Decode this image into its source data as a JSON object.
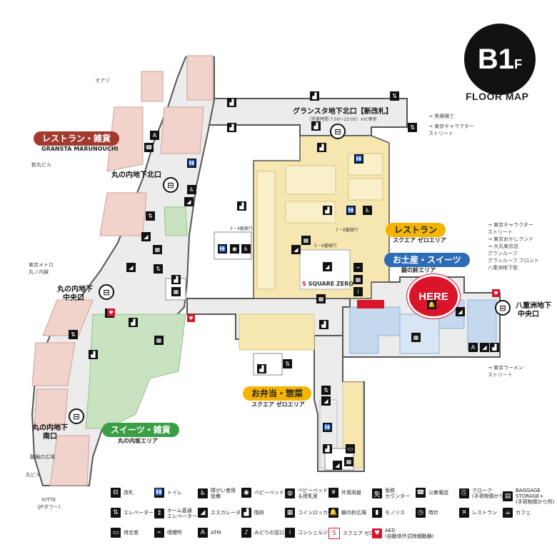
{
  "floor": {
    "level": "B1",
    "suffix": "F",
    "title": "FLOOR MAP"
  },
  "here": "HERE",
  "colors": {
    "restaurant": "#f1d3cc",
    "square_zero": "#f6e6b0",
    "sweets": "#c9e3c0",
    "souvenir": "#c5d9ee",
    "corridor": "#ececec",
    "wall": "#555555",
    "accent_red": "#d9142b",
    "accent_orange": "#f4b400",
    "accent_blue": "#2e6cb5",
    "accent_green": "#3a9e47",
    "accent_brown": "#a33a2e"
  },
  "areas": {
    "restaurant_gransta": {
      "pill": "レストラン・雑貨",
      "sub": "GRANSTA MARUNOUCHI"
    },
    "restaurant_square": {
      "pill": "レストラン",
      "sub": "スクエア ゼロエリア"
    },
    "souvenir": {
      "pill": "お土産・スイーツ",
      "sub": "銀の鈴エリア"
    },
    "bento": {
      "pill": "お弁当・惣菜",
      "sub": "スクエア ゼロエリア"
    },
    "sweets": {
      "pill": "スイーツ・雑貨",
      "sub": "丸の内坂エリア"
    }
  },
  "gates": {
    "gransta_north": {
      "name": "グランスタ地下北口【新改札】",
      "hours": "［営業時間 7:00～23:00］※IC専用"
    },
    "marunouchi_north": {
      "name": "丸の内地下北口"
    },
    "marunouchi_central": {
      "line1": "丸の内地下",
      "line2": "中央口"
    },
    "marunouchi_south": {
      "line1": "丸の内地下",
      "line2": "南口"
    },
    "yaesu_central": {
      "line1": "八重洲地下",
      "line2": "中央口"
    }
  },
  "directions": {
    "oazo": "オアゾ",
    "shinmaru": "新丸ビル",
    "tokyo_metro": "東京メトロ\n丸ノ内線",
    "doukan": "動輪の広場",
    "maru_building": "丸ビル",
    "kitte": "KITTE\n(JPタワー)",
    "kokuro": "→ 黒塀横丁",
    "character_street_top": "→ 東京キャラクター\nストリート",
    "right_group": "→ 東京キャラクター\nストリート\n→ 東京おかしランド\n→ 大丸東京店\nグランルーフ\nグランルーフ フロント\n八重洲地下街",
    "ramen_street": "→ 東京ラーメン\nストリート"
  },
  "square_zero_logo": "SQUARE ZERO",
  "map_notes": {
    "floor34": "3・4番線行",
    "floor56": "5・6番線行",
    "floor78": "7・8番線行"
  },
  "legend": [
    {
      "icon": "gate-icon",
      "glyph": "⊟",
      "label": "改札"
    },
    {
      "icon": "toilet-icon",
      "glyph": "🚻",
      "label": "トイレ"
    },
    {
      "icon": "accessible-toilet-icon",
      "glyph": "♿",
      "label": "障がい者用\n設備"
    },
    {
      "icon": "baby-bed-icon",
      "glyph": "◉",
      "label": "ベビーベッド"
    },
    {
      "icon": "baby-bed-nursing-icon",
      "glyph": "◍",
      "label": "ベビーベッド\n＆授乳室"
    },
    {
      "icon": "exchange-icon",
      "glyph": "¥",
      "label": "外貨両替"
    },
    {
      "icon": "tax-free-icon",
      "glyph": "免",
      "label": "免税\nカウンター"
    },
    {
      "icon": "phone-icon",
      "glyph": "☎",
      "label": "公衆電話"
    },
    {
      "icon": "cloak-icon",
      "glyph": "⎘",
      "label": "クローク\n(手荷物預かり所)"
    },
    {
      "icon": "baggage-storage-icon",
      "glyph": "▤",
      "label": "BAGGAGE\nSTORAGE+\n(手荷物預かり所)"
    },
    {
      "icon": "elevator-icon",
      "glyph": "⇅",
      "label": "エレベーター"
    },
    {
      "icon": "platform-elevator-icon",
      "glyph": "⇕",
      "label": "ホーム直通\nエレベーター"
    },
    {
      "icon": "escalator-icon",
      "glyph": "◢",
      "label": "エスカレーター"
    },
    {
      "icon": "stairs-icon",
      "glyph": "▟",
      "label": "階段"
    },
    {
      "icon": "coin-locker-icon",
      "glyph": "▦",
      "label": "コインロッカー"
    },
    {
      "icon": "bell-icon",
      "glyph": "🔔",
      "label": "銀の鈴広場"
    },
    {
      "icon": "monolith-icon",
      "glyph": "▮",
      "label": "モノリス"
    },
    {
      "icon": "clock-icon",
      "glyph": "◷",
      "label": "時計"
    },
    {
      "icon": "restaurant-icon",
      "glyph": "✕",
      "label": "レストラン"
    },
    {
      "icon": "cafe-icon",
      "glyph": "☕",
      "label": "カフェ"
    },
    {
      "icon": "waiting-room-icon",
      "glyph": "▭",
      "label": "待合室"
    },
    {
      "icon": "smoking-icon",
      "glyph": "⌁",
      "label": "喫煙所"
    },
    {
      "icon": "atm-icon",
      "glyph": "A",
      "label": "ATM"
    },
    {
      "icon": "ticket-office-icon",
      "glyph": "♪",
      "label": "みどりの窓口"
    },
    {
      "icon": "concierge-icon",
      "glyph": "i",
      "label": "コンシェルジュ"
    },
    {
      "icon": "square-zero-icon",
      "glyph": "S",
      "label": "スクエア ゼロ"
    },
    {
      "icon": "aed-icon",
      "glyph": "♥",
      "label": "AED\n(自動体外式除細動器)"
    }
  ]
}
